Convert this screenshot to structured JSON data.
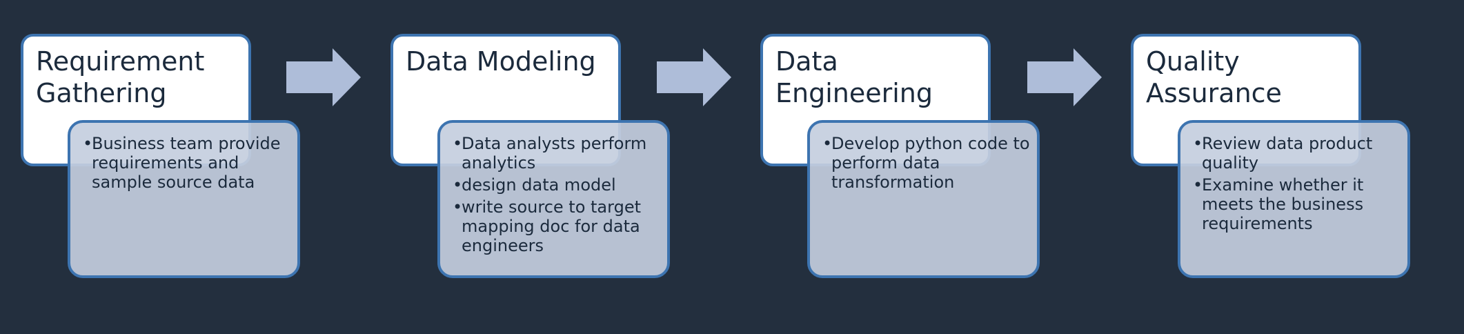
{
  "colors": {
    "background": "#232f3e",
    "box_border": "#3d74b0",
    "title_box_fill": "#ffffff",
    "detail_box_fill": "#c4cede",
    "arrow_fill": "#aebdd9",
    "text": "#1b2a3c"
  },
  "stages": [
    {
      "title": "Requirement Gathering",
      "bullets": [
        "Business team provide requirements and sample source data"
      ]
    },
    {
      "title": "Data Modeling",
      "bullets": [
        "Data analysts perform analytics",
        "design data model",
        "write source to target mapping doc for data engineers"
      ]
    },
    {
      "title": "Data Engineering",
      "bullets": [
        "Develop python code to perform data transformation"
      ]
    },
    {
      "title": "Quality Assurance",
      "bullets": [
        "Review data product quality",
        "Examine whether it meets the business requirements"
      ]
    }
  ],
  "connectors": [
    {
      "from": "Requirement Gathering",
      "to": "Data Modeling",
      "icon": "right-arrow-icon"
    },
    {
      "from": "Data Modeling",
      "to": "Data Engineering",
      "icon": "right-arrow-icon"
    },
    {
      "from": "Data Engineering",
      "to": "Quality Assurance",
      "icon": "right-arrow-icon"
    }
  ]
}
